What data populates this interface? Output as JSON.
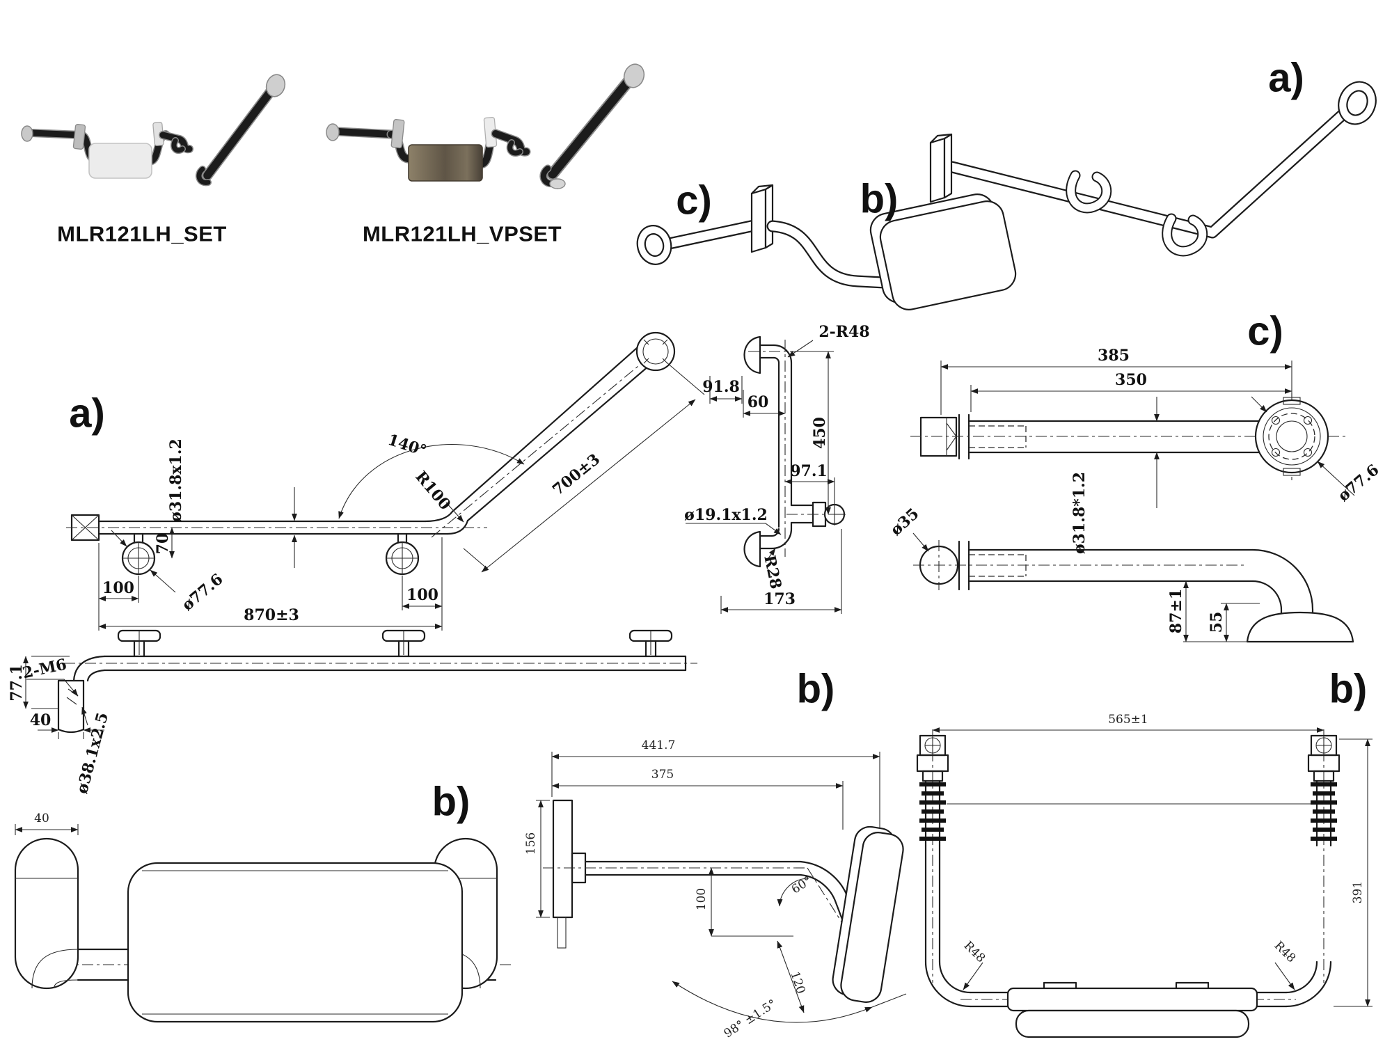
{
  "products": [
    {
      "label": "MLR121LH_SET",
      "pad_color": "#ececec"
    },
    {
      "label": "MLR121LH_VPSET",
      "pad_color": "#6e6250"
    }
  ],
  "isometric": {
    "label_a": "a)",
    "label_b": "b)",
    "label_c": "c)"
  },
  "drawing_a": {
    "label": "a)",
    "main": {
      "tube_dia": "ø31.8x1.2",
      "angle": "140°",
      "bend_radius": "R100",
      "arm_length": "700±3",
      "flange_offset": "70",
      "flange_dia": "ø77.6",
      "end_offset_left": "100",
      "end_offset_right": "100",
      "overall_length": "870±3"
    },
    "plan": {
      "drop_height": "77.1",
      "thread_spec": "2-M6",
      "sleeve_width": "40",
      "sleeve_dia": "ø38.1x2.5"
    },
    "side": {
      "corner_radius": "2-R48",
      "offset_width": "91.8",
      "wall_offset": "60",
      "height": "450",
      "arm_length": "97.1",
      "arm_tube_dia": "ø19.1x1.2",
      "lower_bend_radius": "R28",
      "depth": "173"
    }
  },
  "drawing_b": {
    "label": "b)",
    "front": {
      "hook_width": "40"
    },
    "side": {
      "overall_depth": "441.7",
      "arm_depth": "375",
      "plate_height": "156",
      "drop": "100",
      "tip_angle": "60°",
      "pad_width": "120",
      "pad_angle": "98° ±1.5°"
    },
    "top": {
      "overall_width": "565±1",
      "overall_depth": "391",
      "corner_radius_left": "R48",
      "corner_radius_right": "R48"
    }
  },
  "drawing_c": {
    "label": "c)",
    "top": {
      "overall_length": "385",
      "grip_length": "350",
      "flange_dia": "ø77.6",
      "tube_dia": "ø31.8*1.2"
    },
    "side": {
      "ball_dia": "ø35",
      "mount_height": "87±1",
      "base_height": "55"
    }
  }
}
